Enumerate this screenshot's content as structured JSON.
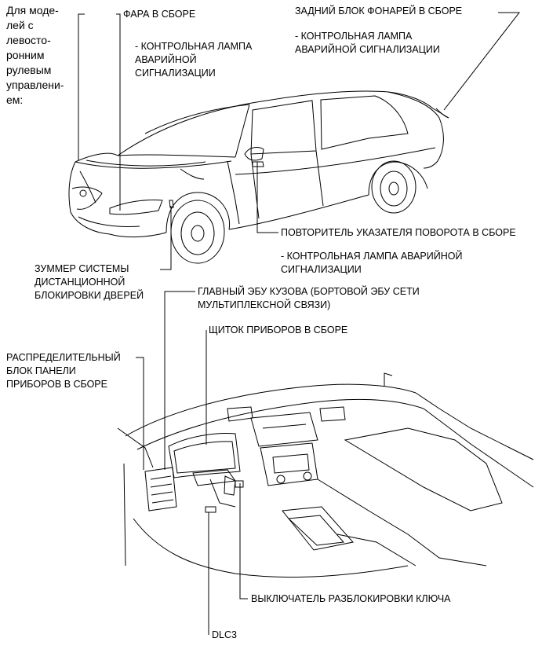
{
  "side_note": [
    "Для моде-",
    "лей с",
    "левосто-",
    "ронним",
    "рулевым",
    "управлени-",
    "ем:"
  ],
  "labels": {
    "headlamp": "ФАРА В СБОРЕ",
    "headlamp_note": [
      "- КОНТРОЛЬНАЯ ЛАМПА",
      "АВАРИЙНОЙ",
      "СИГНАЛИЗАЦИИ"
    ],
    "rear_lamp": "ЗАДНИЙ БЛОК ФОНАРЕЙ В СБОРЕ",
    "rear_lamp_note": [
      "- КОНТРОЛЬНАЯ ЛАМПА",
      "АВАРИЙНОЙ СИГНАЛИЗАЦИИ"
    ],
    "side_repeater": "ПОВТОРИТЕЛЬ УКАЗАТЕЛЯ ПОВОРОТА В СБОРЕ",
    "side_repeater_note": [
      "- КОНТРОЛЬНАЯ ЛАМПА АВАРИЙНОЙ",
      "СИГНАЛИЗАЦИИ"
    ],
    "buzzer": [
      "ЗУММЕР СИСТЕМЫ",
      "ДИСТАНЦИОННОЙ",
      "БЛОКИРОВКИ ДВЕРЕЙ"
    ],
    "main_ecu": [
      "ГЛАВНЫЙ ЭБУ КУЗОВА (БОРТОВОЙ ЭБУ СЕТИ",
      "МУЛЬТИПЛЕКСНОЙ СВЯЗИ)"
    ],
    "meter": "ЩИТОК ПРИБОРОВ В СБОРЕ",
    "junction_block": [
      "РАСПРЕДЕЛИТЕЛЬНЫЙ",
      "БЛОК ПАНЕЛИ",
      "ПРИБОРОВ В СБОРЕ"
    ],
    "key_switch": "ВЫКЛЮЧАТЕЛЬ РАЗБЛОКИРОВКИ КЛЮЧА",
    "dlc3": "DLC3"
  }
}
